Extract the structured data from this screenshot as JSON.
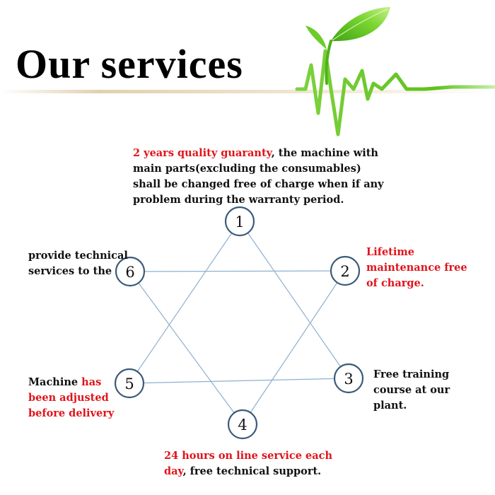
{
  "header": {
    "title": "Our services"
  },
  "colors": {
    "highlight": "#e0141b",
    "text": "#111111",
    "edge": "#8fb0cf",
    "node_stroke": "#3c5a78",
    "leaf": "#5fc21d"
  },
  "nodes": [
    {
      "label": "1"
    },
    {
      "label": "2"
    },
    {
      "label": "3"
    },
    {
      "label": "4"
    },
    {
      "label": "5"
    },
    {
      "label": "6"
    }
  ],
  "services": {
    "s1": {
      "red": "2 years quality guaranty",
      "lines": [
        ", the machine with",
        "main parts(excluding the consumables)",
        "shall be changed free of charge when if any",
        "problem during the warranty period."
      ]
    },
    "s2": {
      "lines": [
        "Lifetime",
        "maintenance free",
        "of charge."
      ]
    },
    "s3": {
      "lines": [
        "Free training",
        "course at our",
        "plant."
      ]
    },
    "s4": {
      "red": "24 hours on line service each",
      "red2": "day",
      "rest": ", free technical support."
    },
    "s5": {
      "black": "Machine ",
      "red": "has",
      "lines": [
        "been adjusted",
        "before delivery"
      ]
    },
    "s6": {
      "lines": [
        "provide technical",
        "services to the"
      ]
    }
  }
}
